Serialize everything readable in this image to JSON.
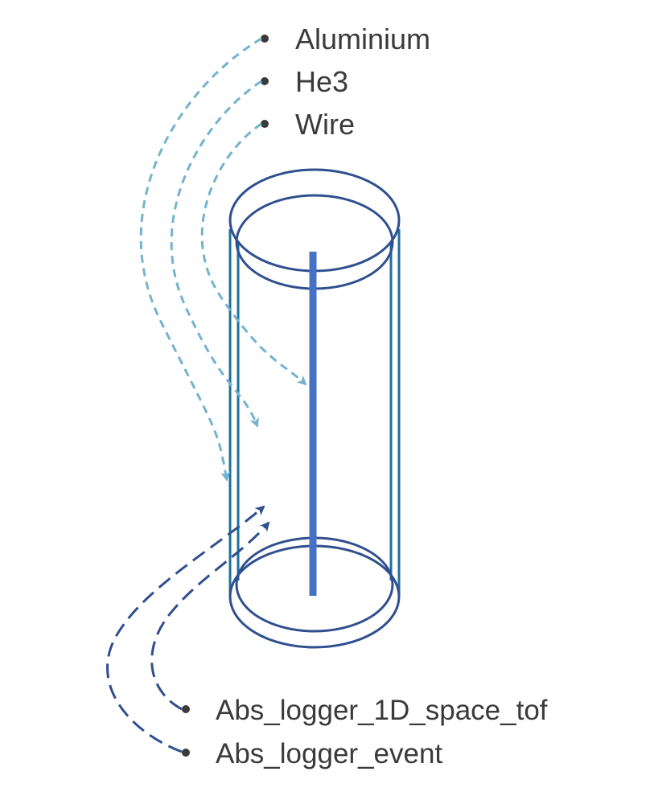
{
  "top_labels": [
    {
      "text": "Aluminium",
      "icon": "bullet-icon"
    },
    {
      "text": "He3",
      "icon": "bullet-icon"
    },
    {
      "text": "Wire",
      "icon": "bullet-icon"
    }
  ],
  "bottom_labels": [
    {
      "text": "Abs_logger_1D_space_tof",
      "icon": "bullet-icon"
    },
    {
      "text": "Abs_logger_event",
      "icon": "bullet-icon"
    }
  ],
  "colors": {
    "outline": "#2f4f8f",
    "tube_wall": "#1f6f9a",
    "wire": "#4472c4",
    "top_arrows": "#74b3cf",
    "bottom_arrows": "#2f4f8f",
    "text": "#3a3a3a"
  }
}
